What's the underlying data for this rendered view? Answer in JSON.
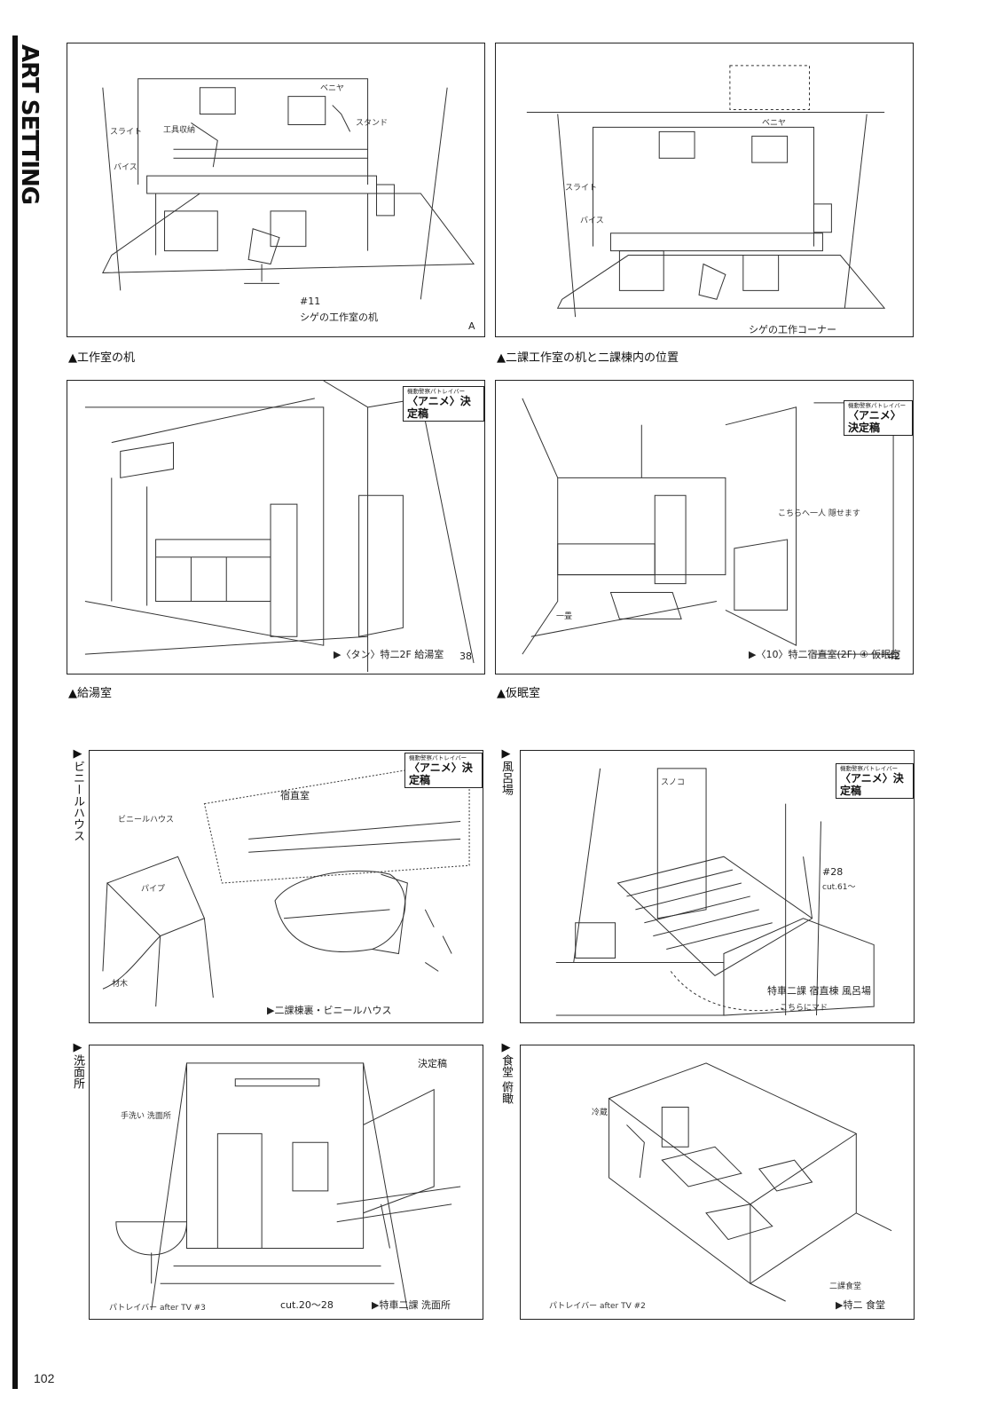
{
  "side_title": "ART SETTING",
  "page_number": "102",
  "stamp": {
    "top": "機動警察パトレイバー",
    "bottom": "〈アニメ〉決定稿"
  },
  "frames": {
    "f1": {
      "caption": "▲工作室の机",
      "scene": "#11",
      "subtitle": "シゲの工作室の机",
      "num": "A",
      "labels": [
        "ベニヤ",
        "工具収納",
        "スタンド",
        "スライト",
        "バイス"
      ]
    },
    "f2": {
      "caption": "▲二課工作室の机と二課棟内の位置",
      "subtitle": "シゲの工作コーナー",
      "labels": [
        "ベニヤ",
        "スライト",
        "バイス"
      ]
    },
    "f3": {
      "caption": "▲給湯室",
      "footer": "▶〈タン〉特二2F 給湯室",
      "num": "38"
    },
    "f4": {
      "caption": "▲仮眠室",
      "footer": "▶〈10〉特二宿直室(2F) ④ 仮眠室",
      "num": "42",
      "labels": [
        "こちらへ一人 隠せます",
        "一畳"
      ]
    },
    "f5": {
      "caption": "▶ビニールハウス",
      "footer": "▶二課棟裏・ビニールハウス",
      "labels": [
        "宿直室",
        "ビニールハウス",
        "パイプ",
        "材木"
      ]
    },
    "f6": {
      "caption": "▶風呂場",
      "scene": "#28",
      "cut": "cut.61〜",
      "footer": "特車二課 宿直棟 風呂場",
      "labels": [
        "スノコ",
        "こちらにマド"
      ]
    },
    "f7": {
      "caption": "▶洗面所",
      "decision": "決定稿",
      "footer_left": "パトレイバー after TV #3",
      "footer_mid": "cut.20〜28",
      "footer_right": "▶特車二課 洗面所",
      "labels": [
        "手洗い 洗面所"
      ]
    },
    "f8": {
      "caption": "▶食堂 俯瞰",
      "footer_left": "パトレイバー after TV #2",
      "footer_right": "▶特二 食堂",
      "labels": [
        "二課食堂",
        "冷蔵"
      ]
    }
  }
}
